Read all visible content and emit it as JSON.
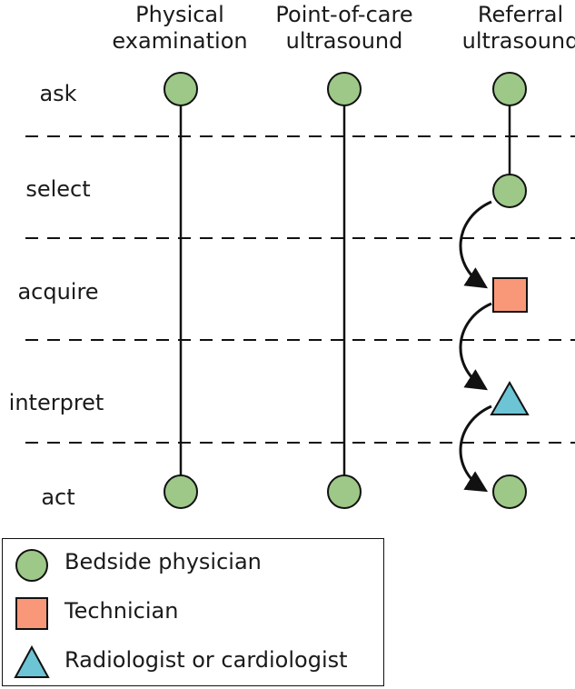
{
  "columns": [
    {
      "line1": "Physical",
      "line2": "examination"
    },
    {
      "line1": "Point-of-care",
      "line2": "ultrasound"
    },
    {
      "line1": "Referral",
      "line2": "ultrasound"
    }
  ],
  "rows": [
    "ask",
    "select",
    "acquire",
    "interpret",
    "act"
  ],
  "legend": {
    "items": [
      {
        "label": "Bedside physician",
        "shape": "circle",
        "color": "#9dc888"
      },
      {
        "label": "Technician",
        "shape": "square",
        "color": "#f99878"
      },
      {
        "label": "Radiologist or cardiologist",
        "shape": "triangle",
        "color": "#6cc4d4"
      }
    ]
  },
  "colors": {
    "physician": "#9dc888",
    "technician": "#f99878",
    "specialist": "#6cc4d4",
    "stroke": "#111111"
  }
}
